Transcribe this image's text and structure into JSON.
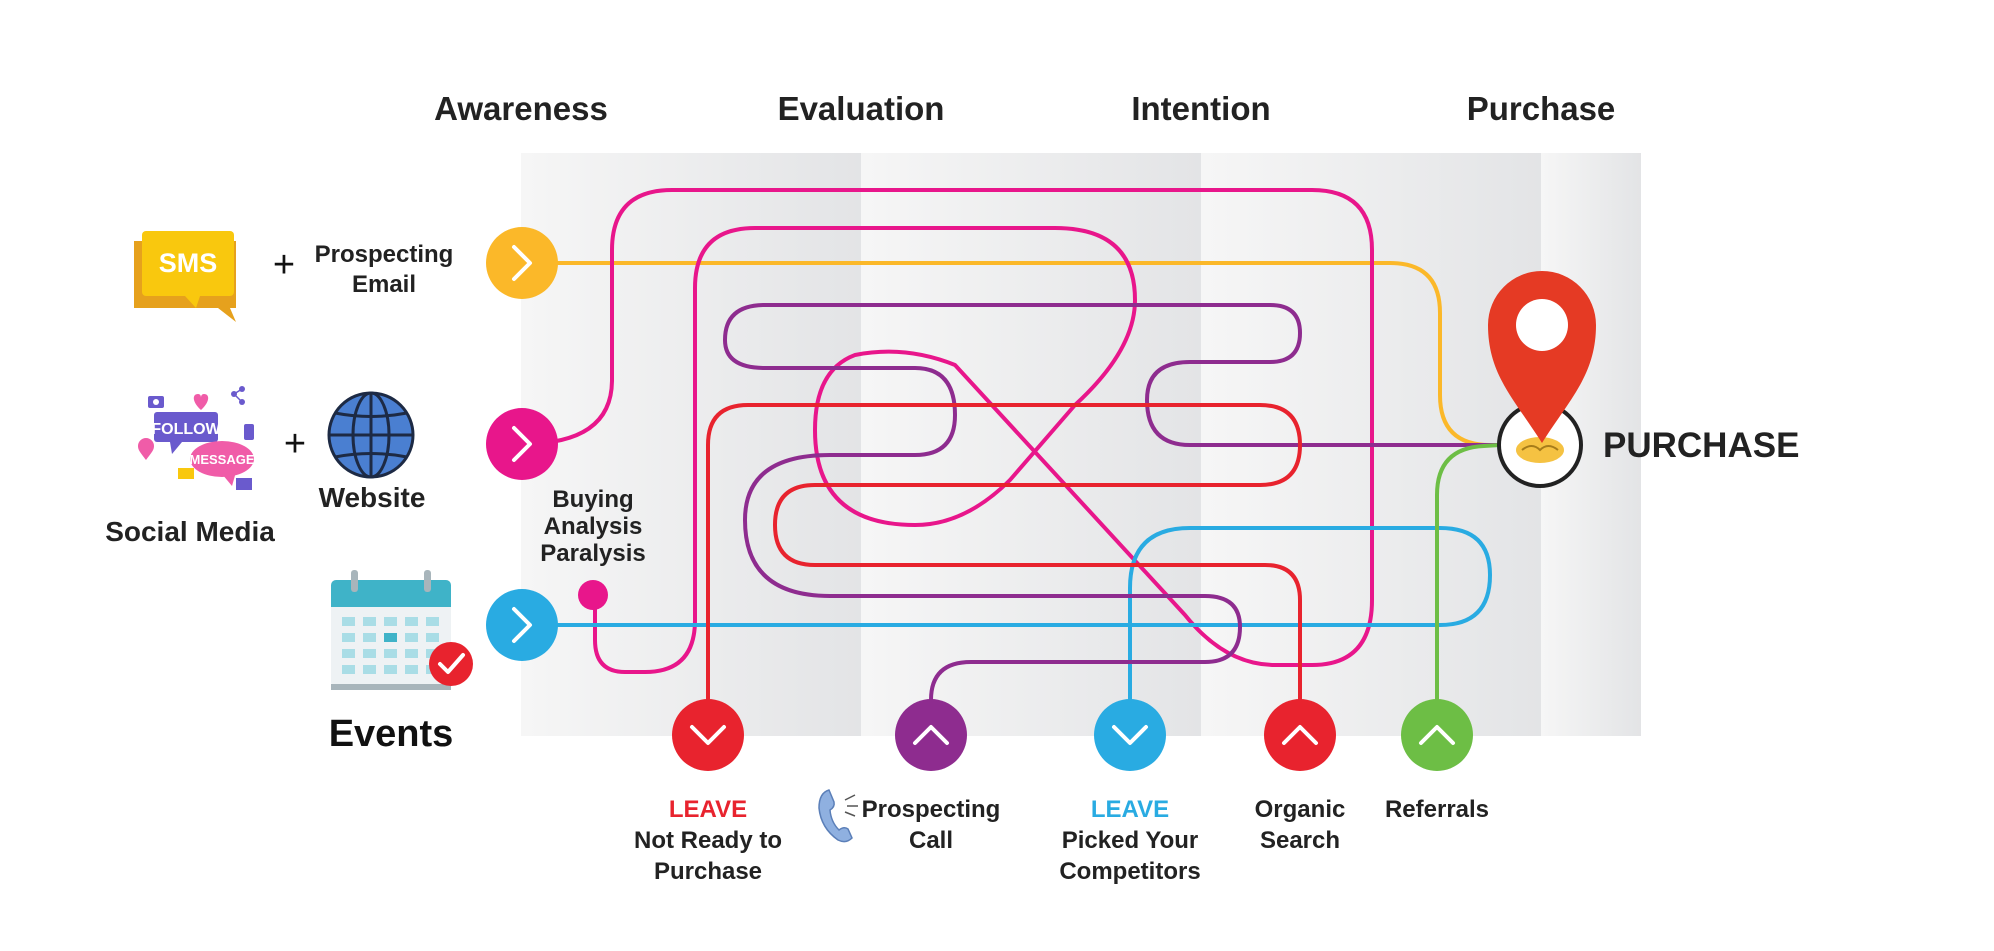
{
  "stages": [
    "Awareness",
    "Evaluation",
    "Intention",
    "Purchase"
  ],
  "sources": {
    "sms_icon_text": "SMS",
    "prospecting_email": [
      "Prospecting",
      "Email"
    ],
    "social_icon_follow": "FOLLOW",
    "social_icon_message": "MESSAGE",
    "social_media": "Social Media",
    "website": "Website",
    "events": "Events"
  },
  "plus_sign": "+",
  "buying_paralysis": [
    "Buying",
    "Analysis",
    "Paralysis"
  ],
  "purchase": "PURCHASE",
  "exits": [
    {
      "title": "LEAVE",
      "lines": [
        "Not Ready to",
        "Purchase"
      ],
      "color": "#e8232e"
    },
    {
      "title": "",
      "lines": [
        "Prospecting",
        "Call"
      ],
      "color": "#8e2c8f"
    },
    {
      "title": "LEAVE",
      "lines": [
        "Picked Your",
        "Competitors"
      ],
      "color": "#29abe2"
    },
    {
      "title": "",
      "lines": [
        "Organic",
        "Search"
      ],
      "color": "#e8232e"
    },
    {
      "title": "",
      "lines": [
        "Referrals"
      ],
      "color": "#6dbe45"
    }
  ],
  "colors": {
    "yellow": "#fbb829",
    "pink": "#e8168b",
    "blue": "#29abe2",
    "purple": "#8e2c8f",
    "red": "#e8232e",
    "green": "#6dbe45",
    "pin": "#e53a24"
  },
  "icons": [
    "chevron-right-icon",
    "chevron-down-icon",
    "chevron-up-icon",
    "phone-icon",
    "globe-icon",
    "calendar-icon",
    "check-icon",
    "location-pin-icon",
    "handshake-icon",
    "sms-icon",
    "social-media-icon"
  ]
}
